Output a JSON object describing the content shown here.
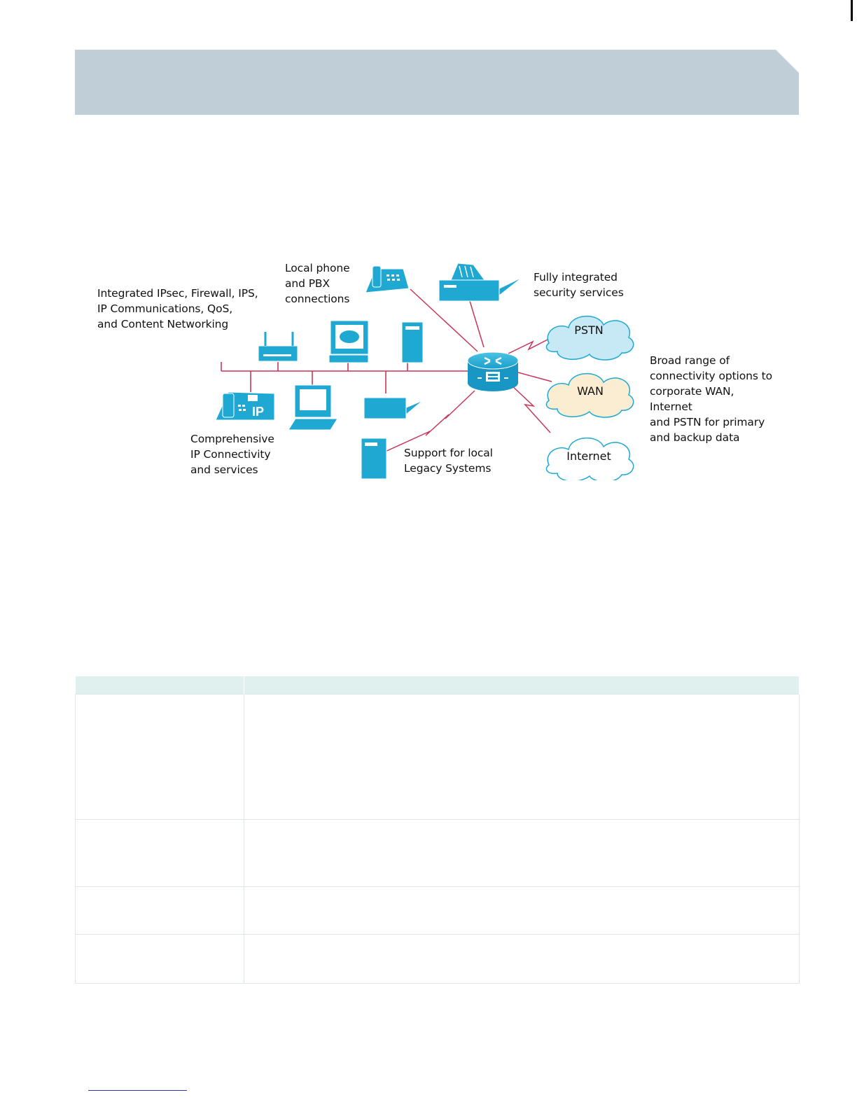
{
  "figure": {
    "labels": {
      "integrated": "Integrated IPsec, Firewall, IPS,\nIP Communications, QoS,\nand Content Networking",
      "local_phone": "Local phone\nand PBX\nconnections",
      "security": "Fully integrated\nsecurity services",
      "broad_range": "Broad range of\nconnectivity options to\ncorporate WAN, Internet\nand PSTN for primary\nand backup data",
      "comprehensive": "Comprehensive\nIP Connectivity\nand services",
      "legacy": "Support for local\nLegacy Systems"
    },
    "clouds": {
      "pstn": "PSTN",
      "wan": "WAN",
      "internet": "Internet"
    },
    "ip_phone_badge": "IP",
    "icons": [
      "router-icon",
      "wireless-access-point-icon",
      "ip-phone-icon",
      "telephone-icon",
      "fax-icon",
      "workstation-icon",
      "server-icon",
      "printer-icon",
      "pstn-cloud-icon",
      "wan-cloud-icon",
      "internet-cloud-icon"
    ],
    "colors": {
      "device": "#1fa9d2",
      "link": "#c8375a",
      "pstn_cloud": "#c7e9f6",
      "wan_cloud": "#faedd2",
      "internet_cloud": "#ffffff"
    }
  },
  "table": {
    "header_color": "#dff0ef"
  }
}
